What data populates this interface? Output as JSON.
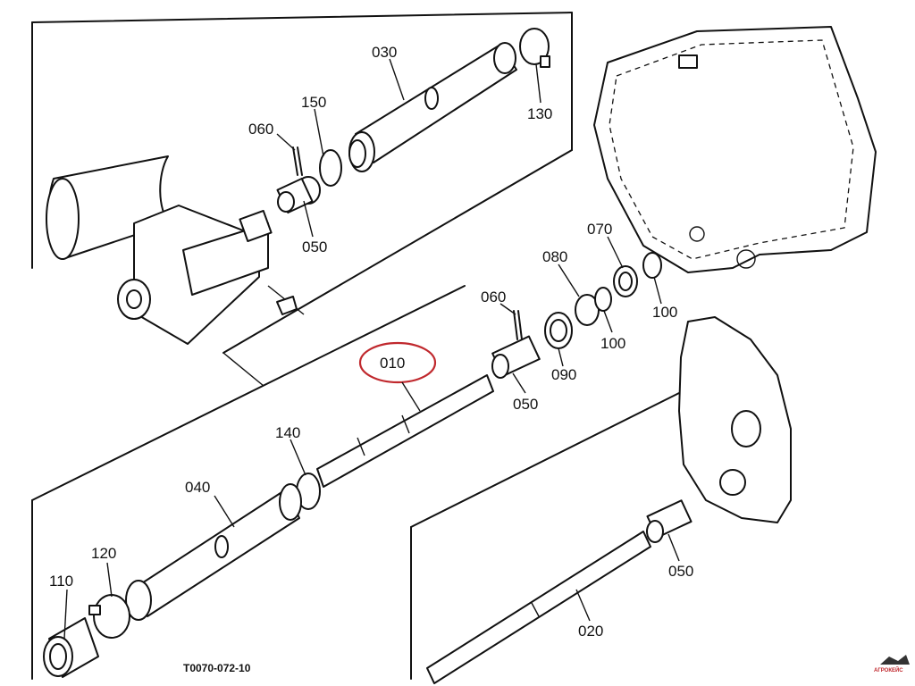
{
  "labels": {
    "p030": "030",
    "p150": "150",
    "p060_top": "060",
    "p130": "130",
    "p050_top": "050",
    "p070": "070",
    "p080": "080",
    "p060_mid": "060",
    "p100_a": "100",
    "p100_b": "100",
    "p090": "090",
    "p050_mid": "050",
    "p010": "010",
    "p140": "140",
    "p040": "040",
    "p120": "120",
    "p110": "110",
    "p050_low": "050",
    "p020": "020"
  },
  "drawing_code": "T0070-072-10",
  "watermark": "АГРОКЕЙС",
  "highlight": {
    "part": "010",
    "color": "#c0282d"
  }
}
